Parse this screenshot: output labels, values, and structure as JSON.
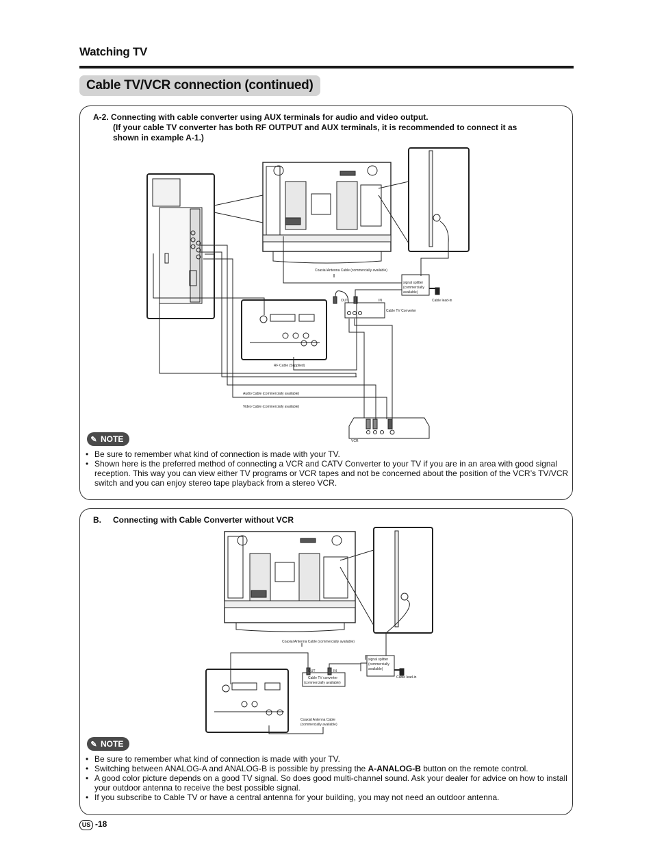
{
  "header": {
    "section": "Watching TV",
    "page_title": "Cable TV/VCR connection (continued)"
  },
  "section_a": {
    "heading_line1": "A-2. Connecting with cable converter using AUX terminals for audio and video output.",
    "heading_line2": "(If your cable TV converter has both RF OUTPUT and AUX terminals, it is recommended to connect it as",
    "heading_line3": "shown in example A-1.)",
    "diagram": {
      "coax_label": "Coaxial Antenna Cable (commercially available)",
      "splitter_label_1": "signal splitter",
      "splitter_label_2": "(commercially",
      "splitter_label_3": "available)",
      "lead_in_label": "Cable lead-in",
      "converter_label": "Cable TV Converter",
      "out_label": "OUT",
      "in_label": "IN",
      "rf_label": "RF Cable (Supplied)",
      "audio_label": "Audio Cable (commercially available)",
      "video_label": "Video Cable (commercially available)",
      "vcr_label": "VCR"
    },
    "note_label": "NOTE",
    "notes": [
      "Be sure to remember what kind of connection is made with your TV.",
      "Shown here is the preferred method of connecting a VCR and CATV Converter to your TV if you are in an area with good signal reception. This way you can view either TV programs or VCR tapes and not be concerned about the position of the VCR’s TV/VCR switch and you can enjoy stereo tape playback from a stereo VCR."
    ]
  },
  "section_b": {
    "heading_prefix": "B.",
    "heading_text": "Connecting with Cable Converter without VCR",
    "diagram": {
      "coax_label": "Coaxial Antenna Cable (commercially available)",
      "splitter_label_1": "signal splitter",
      "splitter_label_2": "(commercially",
      "splitter_label_3": "available)",
      "lead_in_label": "Cable lead-in",
      "out_label": "OUT",
      "in_label": "IN",
      "converter_label_1": "Cable TV converter",
      "converter_label_2": "(commercially available)",
      "coax2_label_1": "Coaxial Antenna Cable",
      "coax2_label_2": "(commercially available)"
    },
    "note_label": "NOTE",
    "notes": [
      {
        "text": "Be sure to remember what kind of connection is made with your TV."
      },
      {
        "before": "Switching between ANALOG-A and ANALOG-B is possible by pressing the ",
        "bold": "A-ANALOG-B",
        "after": " button on the remote control."
      },
      {
        "text": "A good color picture depends on a good TV signal. So does good multi-channel sound. Ask your dealer for advice on how to install your outdoor antenna to receive the best possible signal."
      },
      {
        "text": "If you subscribe to Cable TV or have a central antenna for your building, you may not need an outdoor antenna."
      }
    ]
  },
  "footer": {
    "region_badge": "US",
    "page_number": "-18"
  },
  "colors": {
    "heading_bg": "#d3d3d3",
    "note_badge_bg": "#4a4a4a",
    "rule": "#1a1a1a"
  }
}
